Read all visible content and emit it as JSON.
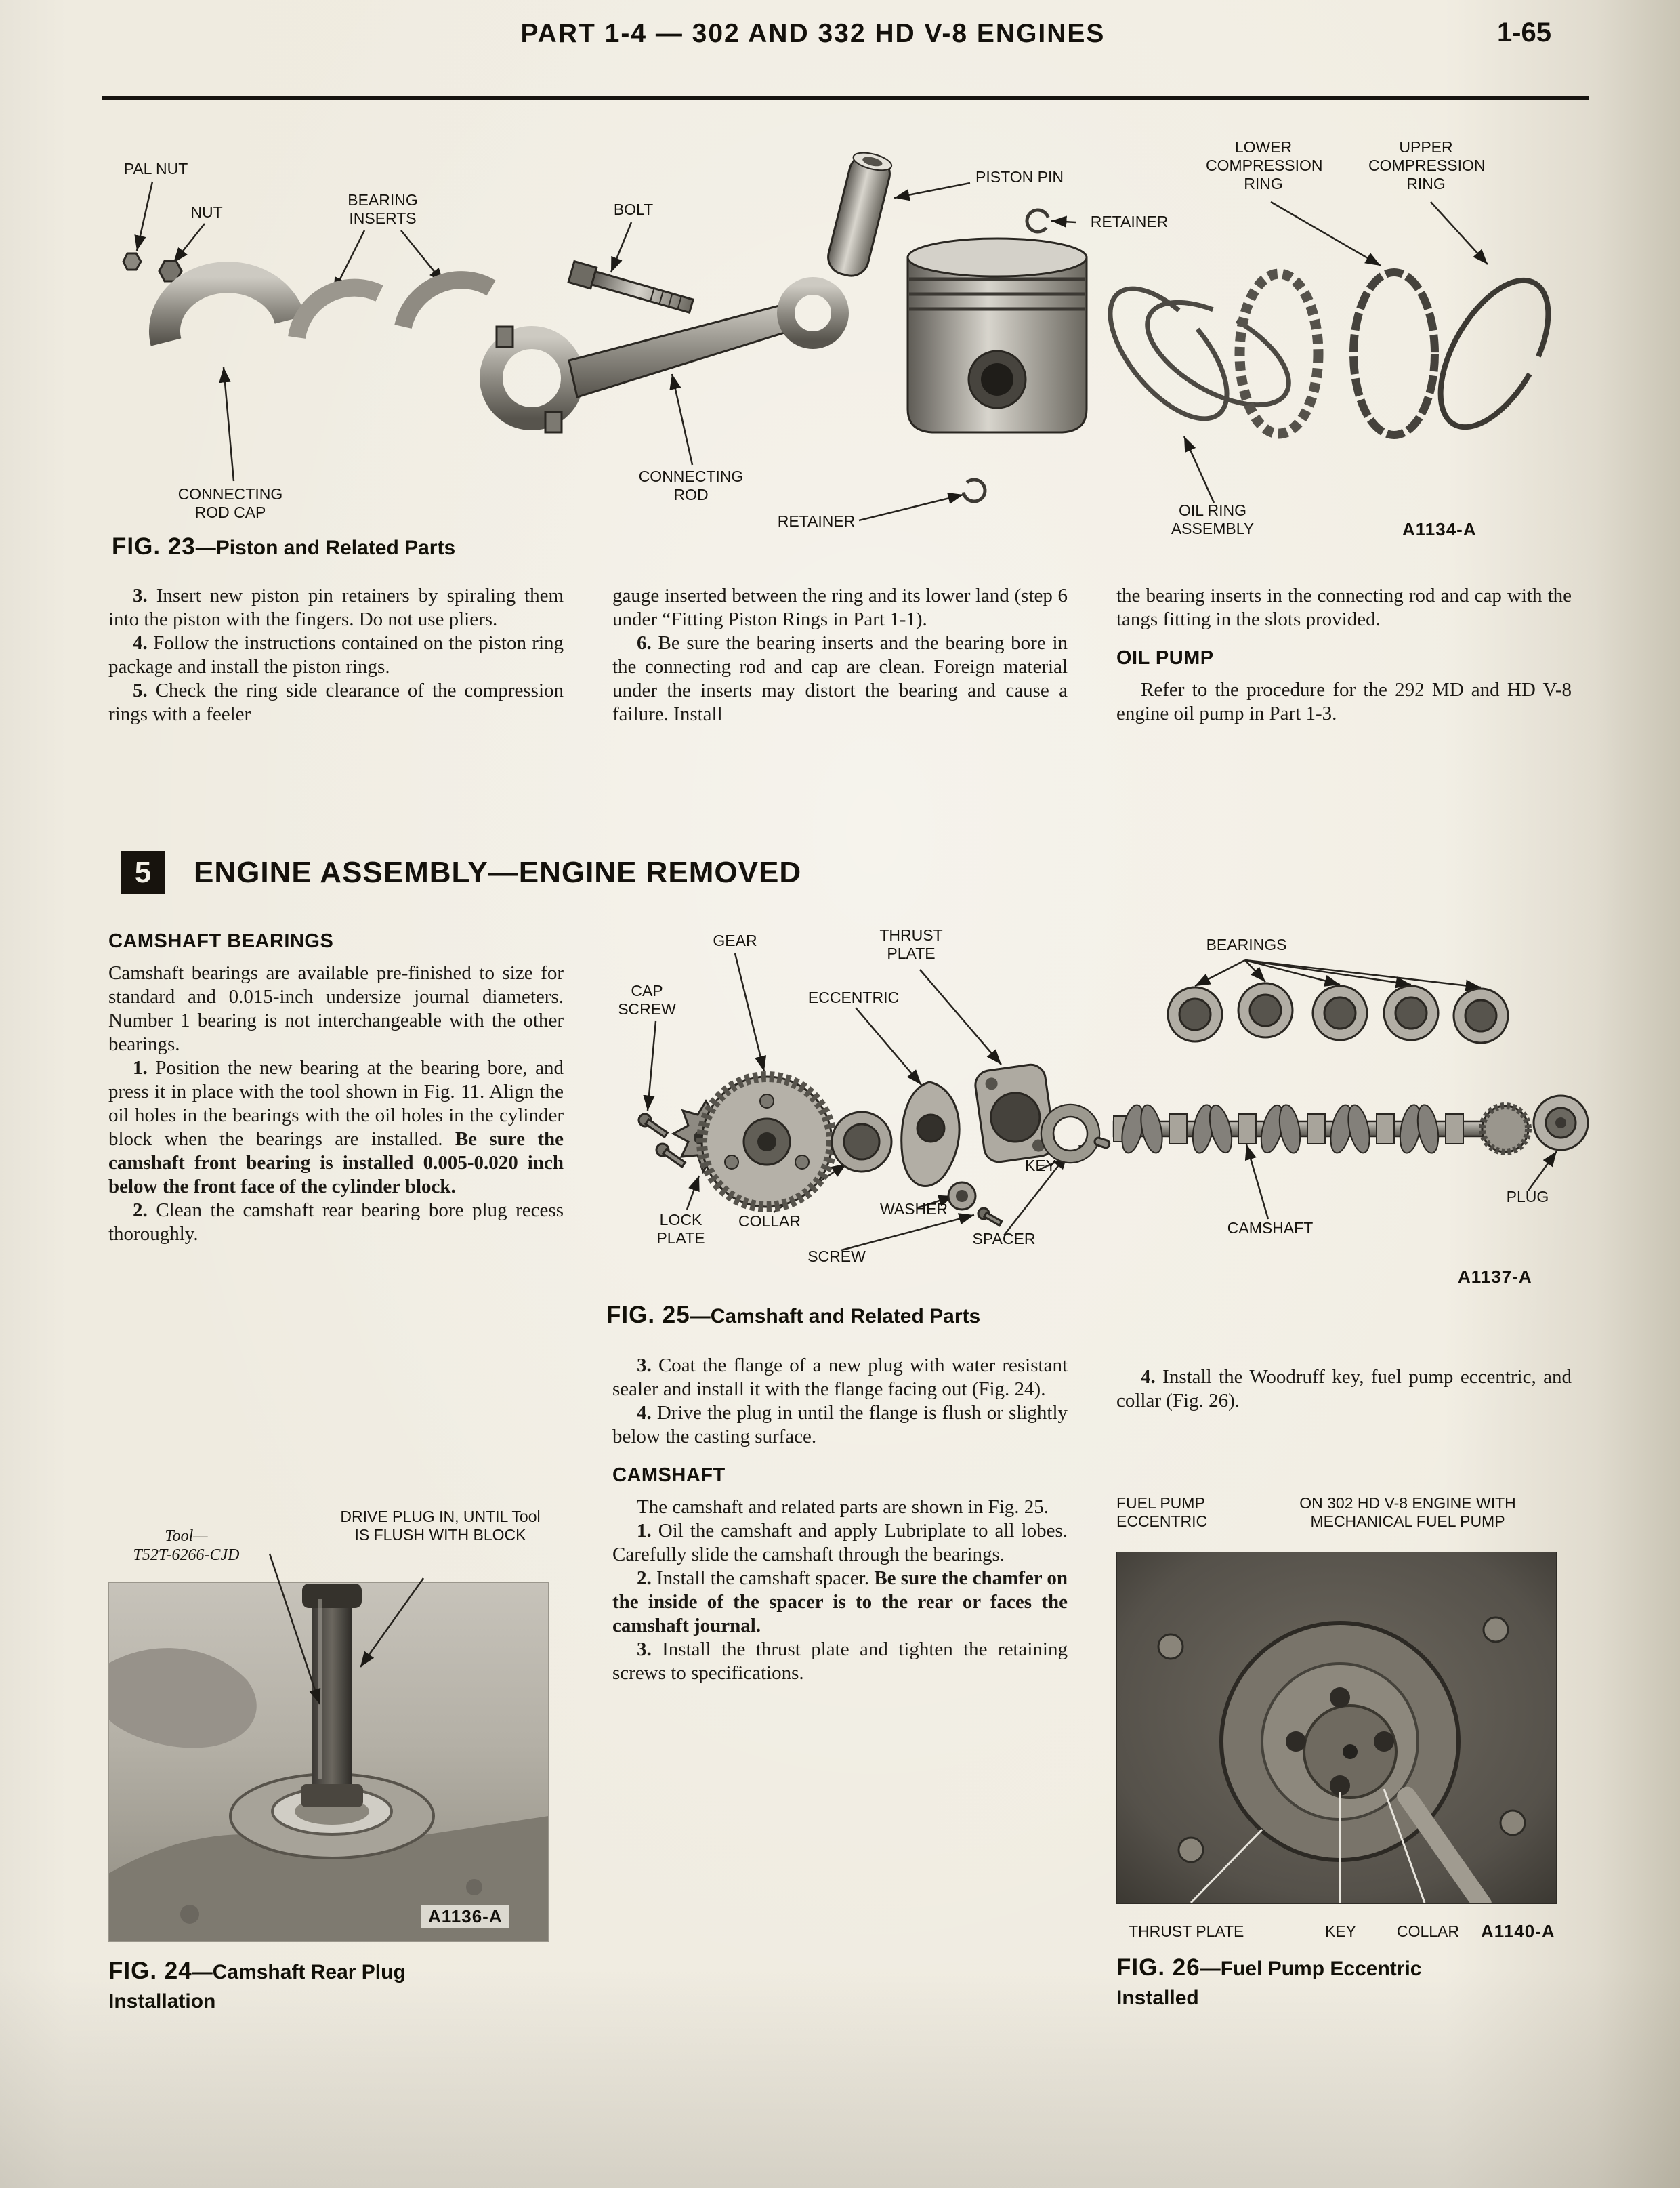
{
  "header": {
    "title": "PART 1-4 — 302 AND 332 HD V-8 ENGINES",
    "page_number": "1-65"
  },
  "fig23": {
    "labels": {
      "pal_nut": "PAL NUT",
      "nut": "NUT",
      "bearing_inserts": "BEARING INSERTS",
      "bolt": "BOLT",
      "piston_pin": "PISTON PIN",
      "retainer_top": "RETAINER",
      "lower_compression_ring": "LOWER COMPRESSION RING",
      "upper_compression_ring": "UPPER COMPRESSION RING",
      "connecting_rod_cap": "CONNECTING ROD CAP",
      "connecting_rod": "CONNECTING ROD",
      "retainer_bottom": "RETAINER",
      "oil_ring_assembly": "OIL RING ASSEMBLY"
    },
    "ref": "A1134-A",
    "caption": {
      "fig": "FIG. 23",
      "title": "—Piston and Related Parts"
    }
  },
  "intro": {
    "col1": {
      "p1": {
        "num": "3.",
        "text": "Insert new piston pin retainers by spiraling them into the piston with the fingers. Do not use pliers."
      },
      "p2": {
        "num": "4.",
        "text": "Follow the instructions contained on the piston ring package and install the piston rings."
      },
      "p3": {
        "num": "5.",
        "text": "Check the ring side clearance of the compression rings with a feeler"
      }
    },
    "col2": {
      "p1": {
        "num": "",
        "text": "gauge inserted between the ring and its lower land (step 6 under “Fitting Piston Rings in Part 1-1)."
      },
      "p2": {
        "num": "6.",
        "text": "Be sure the bearing inserts and the bearing bore in the connecting rod and cap are clean. Foreign material under the inserts may distort the bearing and cause a failure. Install"
      }
    },
    "col3": {
      "p1": {
        "num": "",
        "text": "the bearing inserts in the connecting rod and cap with the tangs fitting in the slots provided."
      },
      "heading": "OIL PUMP",
      "p2": {
        "num": "",
        "text": "Refer to the procedure for the 292 MD and HD V-8 engine oil pump in Part 1-3."
      }
    }
  },
  "section5": {
    "number": "5",
    "title": "ENGINE ASSEMBLY—ENGINE REMOVED"
  },
  "camshaft_bearings": {
    "heading": "CAMSHAFT BEARINGS",
    "p1": {
      "num": "",
      "text": "Camshaft bearings are available pre-finished to size for standard and 0.015-inch undersize journal diameters. Number 1 bearing is not interchangeable with the other bearings."
    },
    "p2": {
      "num": "1.",
      "text": "Position the new bearing at the bearing bore, and press it in place with the tool shown in Fig. 11. Align the oil holes in the bearings with the oil holes in the cylinder block when the bearings are installed. ",
      "bold": "Be sure the camshaft front bearing is installed 0.005-0.020 inch below the front face of the cylinder block."
    },
    "p3": {
      "num": "2.",
      "text": "Clean the camshaft rear bearing bore plug recess thoroughly."
    }
  },
  "fig24": {
    "tool_label_line1": "Tool—",
    "tool_label_line2": "T52T-6266-CJD",
    "note": "DRIVE PLUG IN, UNTIL Tool IS FLUSH WITH BLOCK",
    "ref": "A1136-A",
    "caption": {
      "fig": "FIG. 24",
      "title": "—Camshaft Rear Plug Installation"
    }
  },
  "fig25": {
    "labels": {
      "gear": "GEAR",
      "thrust_plate": "THRUST PLATE",
      "cap_screw": "CAP SCREW",
      "eccentric": "ECCENTRIC",
      "bearings": "BEARINGS",
      "key": "KEY",
      "lock_plate": "LOCK PLATE",
      "collar": "COLLAR",
      "washer": "WASHER",
      "screw": "SCREW",
      "spacer": "SPACER",
      "camshaft": "CAMSHAFT",
      "plug": "PLUG"
    },
    "ref": "A1137-A",
    "caption": {
      "fig": "FIG. 25",
      "title": "—Camshaft and Related Parts"
    }
  },
  "camshaft_section": {
    "p1": {
      "num": "3.",
      "text": "Coat the flange of a new plug with water resistant sealer and install it with the flange facing out (Fig. 24)."
    },
    "p2": {
      "num": "4.",
      "text": "Drive the plug in until the flange is flush or slightly below the casting surface."
    },
    "heading": "CAMSHAFT",
    "p3": {
      "num": "",
      "text": "The camshaft and related parts are shown in Fig. 25."
    },
    "p4": {
      "num": "1.",
      "text": "Oil the camshaft and apply Lubriplate to all lobes. Carefully slide the camshaft through the bearings."
    },
    "p5": {
      "num": "2.",
      "text": "Install the camshaft spacer. ",
      "bold": "Be sure the chamfer on the inside of the spacer is to the rear or faces the camshaft journal."
    },
    "p6": {
      "num": "3.",
      "text": "Install the thrust plate and tighten the retaining screws to specifications."
    },
    "p7": {
      "num": "4.",
      "text": "Install the Woodruff key, fuel pump eccentric, and collar (Fig. 26)."
    }
  },
  "fig26": {
    "labels": {
      "fuel_pump_eccentric": "FUEL PUMP ECCENTRIC",
      "engine_note": "ON 302 HD V-8 ENGINE WITH MECHANICAL FUEL PUMP",
      "thrust_plate": "THRUST PLATE",
      "key": "KEY",
      "collar": "COLLAR"
    },
    "ref": "A1140-A",
    "caption": {
      "fig": "FIG. 26",
      "title": "—Fuel Pump Eccentric Installed"
    }
  }
}
